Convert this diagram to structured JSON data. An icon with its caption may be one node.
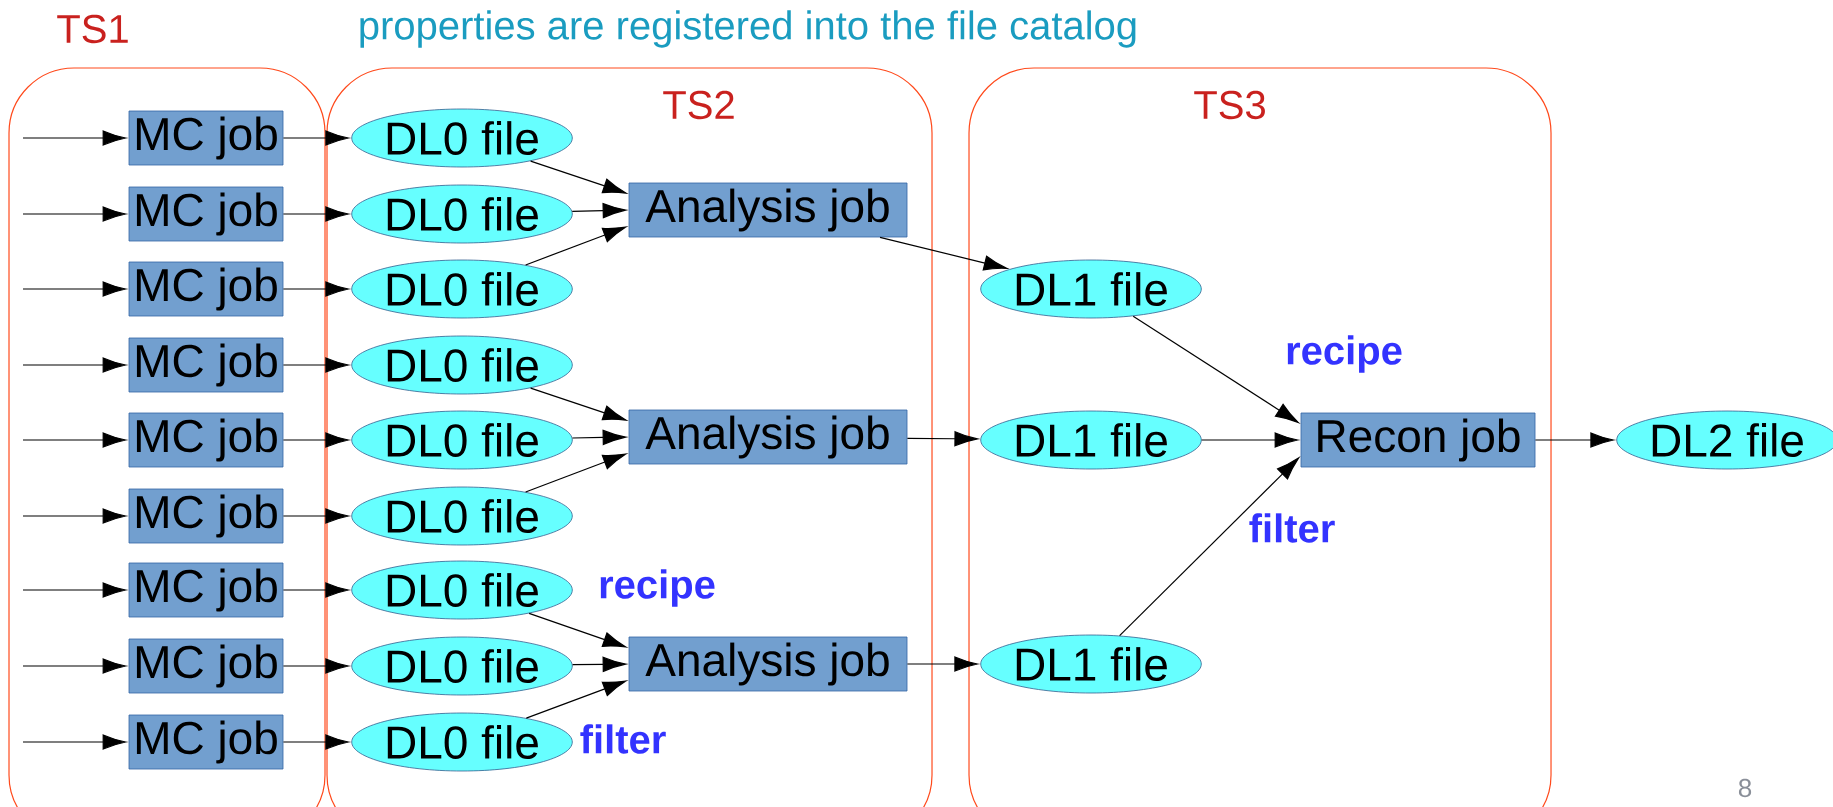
{
  "diagram": {
    "title": "properties are registered into the file catalog",
    "nodes": [
      {
        "text": [
          "TS1"
        ]
      },
      {
        "text": [
          "MC job"
        ],
        "in": 0
      },
      {
        "text": [
          "MC job"
        ],
        "in": 0
      },
      {
        "text": [
          "MC job"
        ],
        "in": 0
      },
      {
        "text": [
          "MC job"
        ],
        "in": 0
      },
      {
        "text": [
          "MC job"
        ],
        "in": 0
      },
      {
        "text": [
          "MC job"
        ],
        "in": 0
      },
      {
        "text": [
          "MC job"
        ],
        "in": 0
      },
      {
        "text": [
          "MC job"
        ],
        "in": 0
      },
      {
        "text": [
          "MC job"
        ],
        "in": 0
      },
      {
        "text": [
          "TS2"
        ]
      },
      {
        "text": [
          "DL0 file"
        ],
        "in": 10
      },
      {
        "text": [
          "DL0 file"
        ],
        "in": 10
      },
      {
        "text": [
          "DL0 file"
        ],
        "in": 10
      },
      {
        "text": [
          "DL0 file"
        ],
        "in": 10
      },
      {
        "text": [
          "DL0 file"
        ],
        "in": 10
      },
      {
        "text": [
          "DL0 file"
        ],
        "in": 10
      },
      {
        "text": [
          "DL0 file"
        ],
        "in": 10
      },
      {
        "text": [
          "DL0 file"
        ],
        "in": 10
      },
      {
        "text": [
          "DL0 file"
        ],
        "in": 10
      },
      {
        "text": [
          "Analysis job"
        ],
        "in": 10
      },
      {
        "text": [
          "Analysis job"
        ],
        "in": 10
      },
      {
        "text": [
          "Analysis job"
        ],
        "in": 10
      },
      {
        "text": [
          "TS3"
        ]
      },
      {
        "text": [
          "DL1 file"
        ],
        "in": 23
      },
      {
        "text": [
          "DL1 file"
        ],
        "in": 23
      },
      {
        "text": [
          "DL1 file"
        ],
        "in": 23
      },
      {
        "text": [
          "Recon job"
        ],
        "in": 23
      },
      {
        "text": [
          "DL2 file"
        ]
      }
    ],
    "edges": [
      {
        "from": null,
        "to": 1,
        "arrow": "to"
      },
      {
        "from": null,
        "to": 2,
        "arrow": "to"
      },
      {
        "from": null,
        "to": 3,
        "arrow": "to"
      },
      {
        "from": null,
        "to": 4,
        "arrow": "to"
      },
      {
        "from": null,
        "to": 5,
        "arrow": "to"
      },
      {
        "from": null,
        "to": 6,
        "arrow": "to"
      },
      {
        "from": null,
        "to": 7,
        "arrow": "to"
      },
      {
        "from": null,
        "to": 8,
        "arrow": "to"
      },
      {
        "from": null,
        "to": 9,
        "arrow": "to"
      },
      {
        "from": 1,
        "to": 11,
        "arrow": "to"
      },
      {
        "from": 2,
        "to": 12,
        "arrow": "to"
      },
      {
        "from": 3,
        "to": 13,
        "arrow": "to"
      },
      {
        "from": 4,
        "to": 14,
        "arrow": "to"
      },
      {
        "from": 5,
        "to": 15,
        "arrow": "to"
      },
      {
        "from": 6,
        "to": 16,
        "arrow": "to"
      },
      {
        "from": 7,
        "to": 17,
        "arrow": "to"
      },
      {
        "from": 8,
        "to": 18,
        "arrow": "to"
      },
      {
        "from": 9,
        "to": 19,
        "arrow": "to"
      },
      {
        "from": 11,
        "to": 20,
        "arrow": "to"
      },
      {
        "from": 12,
        "to": 20,
        "arrow": "to"
      },
      {
        "from": 13,
        "to": 20,
        "arrow": "to"
      },
      {
        "from": 14,
        "to": 21,
        "arrow": "to"
      },
      {
        "from": 15,
        "to": 21,
        "arrow": "to"
      },
      {
        "from": 16,
        "to": 21,
        "arrow": "to"
      },
      {
        "from": 17,
        "to": 22,
        "arrow": "to"
      },
      {
        "from": 18,
        "to": 22,
        "arrow": "to"
      },
      {
        "from": 19,
        "to": 22,
        "arrow": "to"
      },
      {
        "from": 20,
        "to": 24,
        "arrow": "to"
      },
      {
        "from": 21,
        "to": 25,
        "arrow": "to"
      },
      {
        "from": 22,
        "to": 26,
        "arrow": "to"
      },
      {
        "from": 24,
        "to": 27,
        "arrow": "to"
      },
      {
        "from": 25,
        "to": 27,
        "arrow": "to"
      },
      {
        "from": 26,
        "to": 27,
        "arrow": "to"
      },
      {
        "from": 27,
        "to": 28,
        "arrow": "to"
      }
    ],
    "labels": [
      "recipe",
      "filter",
      "recipe",
      "filter",
      "8"
    ]
  }
}
